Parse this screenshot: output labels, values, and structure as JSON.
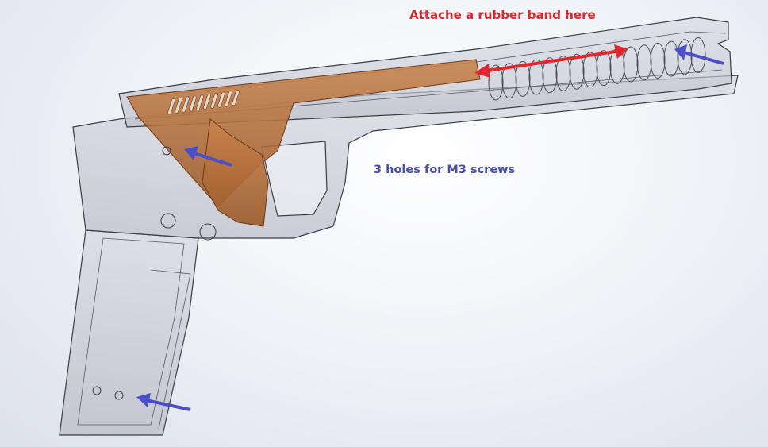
{
  "annotations": {
    "rubber_band": "Attache a rubber band here",
    "screw_holes": "3 holes for M3 screws"
  },
  "colors": {
    "rubber_band_text": "#e0262e",
    "screw_text": "#4b4fa8",
    "red_arrow": "#e0262e",
    "blue_arrow": "#4a4fc8",
    "body_fill": "#c9ccd6",
    "body_line": "#3a3d44",
    "hammer_fill": "#b8703a",
    "hammer_line": "#6a3a18"
  },
  "icons": {
    "red_arrow": "double-headed-arrow",
    "blue_arrow": "arrow-pointing-left"
  }
}
